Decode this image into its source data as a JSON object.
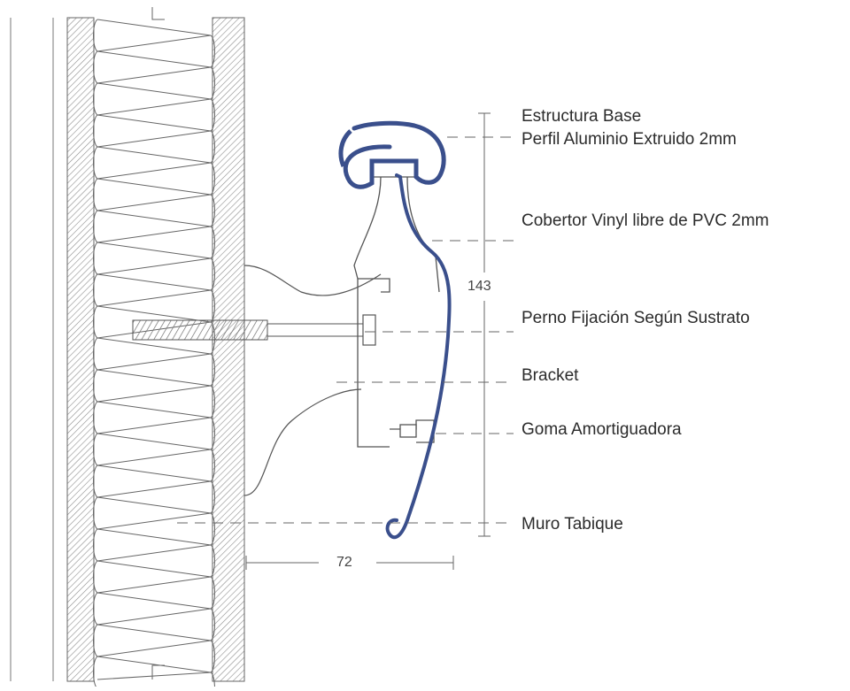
{
  "labels": {
    "estructura": "Estructura Base",
    "perfil": "Perfil Aluminio Extruido 2mm",
    "cobertor": "Cobertor Vinyl libre de PVC 2mm",
    "perno": "Perno Fijación Según Sustrato",
    "bracket": "Bracket",
    "goma": "Goma Amortiguadora",
    "muro": "Muro Tabique"
  },
  "dimensions": {
    "height": "143",
    "depth": "72"
  },
  "colors": {
    "vinyl_cover": "#3a4f8c",
    "line": "#555555",
    "hatch": "#9a9a9a"
  }
}
